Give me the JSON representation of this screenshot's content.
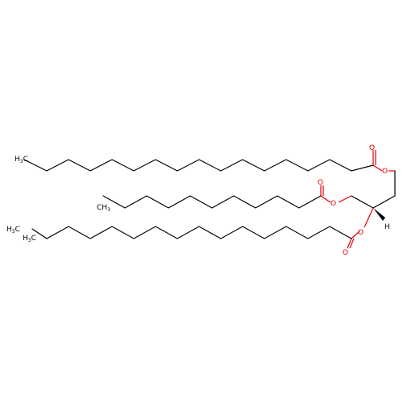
{
  "diagram": {
    "type": "skeletal-structure",
    "colors": {
      "bond": "#000000",
      "oxygen": "#e00000",
      "background": "#ffffff"
    },
    "labels": {
      "o_top_ester": "O",
      "o_top_carbonyl": "O",
      "o_mid_ester": "O",
      "o_mid_carbonyl": "O",
      "o_bot_ester": "O",
      "o_bot_carbonyl": "O",
      "ch3_mid": "CH",
      "ch3_mid_sub": "3",
      "ch3_top": "H",
      "ch3_top_sub": "3",
      "ch3_top_c": "C",
      "ch3_bot_end": "H",
      "ch3_bot_end_sub": "3",
      "ch3_bot_end_c": "C",
      "ch3_bot_branch": "H",
      "ch3_bot_branch_sub": "3",
      "ch3_bot_branch_c": "C",
      "stereo_h": "H"
    }
  }
}
